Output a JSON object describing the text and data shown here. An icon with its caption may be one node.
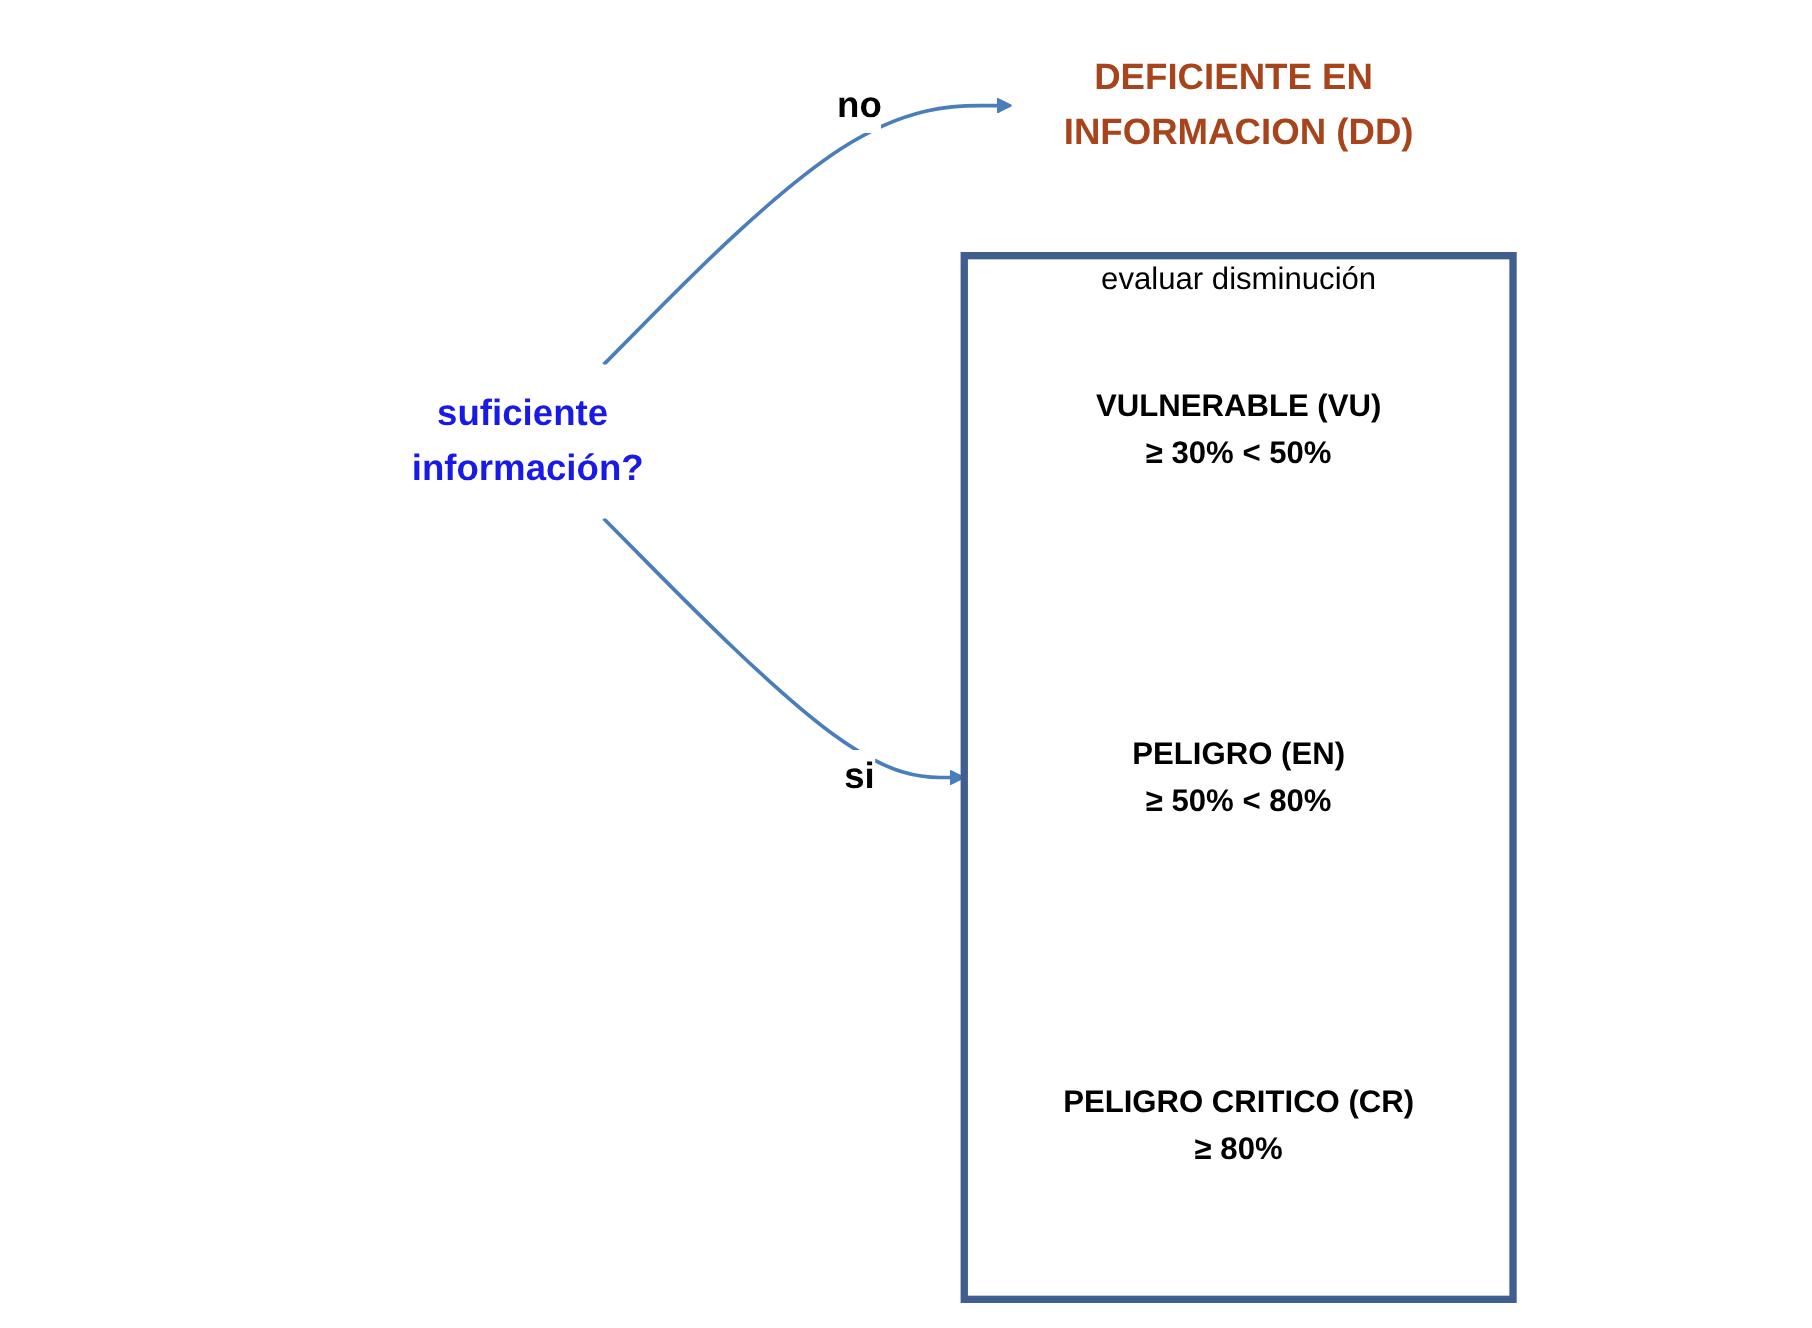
{
  "diagram": {
    "nodes": [
      {
        "text": [
          "suficiente información?"
        ]
      },
      {
        "text": [
          "DEFICIENTE EN INFORMACION (DD)"
        ]
      },
      {
        "text": [
          "evaluar disminución"
        ]
      },
      {
        "text": [
          "VULNERABLE (VU)"
        ],
        "in": 2,
        "beside": [
          "≥ 30%  < 50%"
        ]
      },
      {
        "text": [
          "PELIGRO (EN)"
        ],
        "in": 2,
        "beside": [
          "≥ 50%  < 80%"
        ]
      },
      {
        "text": [
          "PELIGRO CRITICO (CR)"
        ],
        "in": 2,
        "beside": [
          "≥ 80%"
        ]
      }
    ],
    "edges": [
      {
        "from": 0,
        "to": 1,
        "arrow": "to",
        "label": "no"
      },
      {
        "from": 0,
        "to": 2,
        "arrow": "to",
        "label": "si"
      }
    ]
  }
}
